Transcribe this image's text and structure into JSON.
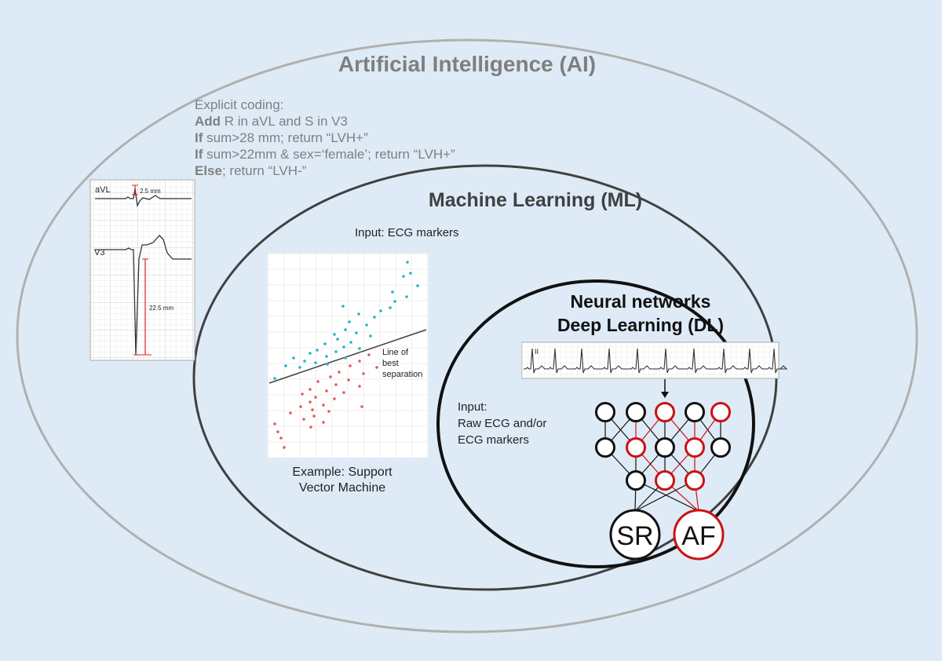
{
  "colors": {
    "background": "#deebf7",
    "ai_ring": "#b0b0b0",
    "ml_ring": "#404040",
    "dl_ring": "#111111",
    "red_node": "#cc1111",
    "cluster_blue": "#21b3c8",
    "cluster_red": "#e15b5b",
    "ecg_grid": "#dcdcdc"
  },
  "ai": {
    "title": "Artificial Intelligence (AI)",
    "code_intro": "Explicit coding:",
    "code_lines": [
      {
        "kw": "Add",
        "text": " R in aVL and S in V3"
      },
      {
        "kw": "If",
        "text": " sum>28 mm; return “LVH+”"
      },
      {
        "kw": "If",
        "text": " sum>22mm & sex=‘female’; return “LVH+”"
      },
      {
        "kw": "Else",
        "text": "; return “LVH-”"
      }
    ],
    "ecg_panel": {
      "lead_avl": "aVL",
      "lead_v3": "V3",
      "avl_measure": "2.5 mm",
      "v3_measure": "22.5 mm"
    }
  },
  "ml": {
    "title": "Machine Learning (ML)",
    "input_label": "Input: ECG markers",
    "line_label": [
      "Line of",
      "best",
      "separation"
    ],
    "example_label": [
      "Example: Support",
      "Vector Machine"
    ]
  },
  "dl": {
    "title_line1": "Neural networks",
    "title_line2": "Deep Learning (DL)",
    "strip_lead": "II",
    "input_label": [
      "Input:",
      "Raw ECG and/or",
      "ECG markers"
    ],
    "output_sr": "SR",
    "output_af": "AF"
  },
  "chart_data": {
    "type": "scatter",
    "title": "",
    "xlabel": "",
    "ylabel": "",
    "series": [
      {
        "values": [
          [
            519,
            334
          ],
          [
            523,
            348
          ],
          [
            514,
            352
          ],
          [
            532,
            364
          ],
          [
            500,
            372
          ],
          [
            518,
            378
          ],
          [
            503,
            384
          ],
          [
            497,
            392
          ],
          [
            485,
            396
          ],
          [
            437,
            390
          ],
          [
            457,
            400
          ],
          [
            477,
            404
          ],
          [
            445,
            410
          ],
          [
            467,
            414
          ],
          [
            440,
            420
          ],
          [
            454,
            424
          ],
          [
            426,
            426
          ],
          [
            472,
            428
          ],
          [
            430,
            432
          ],
          [
            447,
            436
          ],
          [
            414,
            438
          ],
          [
            438,
            442
          ],
          [
            458,
            444
          ],
          [
            404,
            446
          ],
          [
            428,
            448
          ],
          [
            395,
            450
          ],
          [
            416,
            454
          ],
          [
            374,
            456
          ],
          [
            440,
            456
          ],
          [
            388,
            460
          ],
          [
            402,
            462
          ],
          [
            417,
            464
          ],
          [
            364,
            466
          ],
          [
            382,
            468
          ],
          [
            350,
            482
          ]
        ]
      },
      {
        "values": [
          [
            470,
            452
          ],
          [
            458,
            460
          ],
          [
            446,
            466
          ],
          [
            480,
            468
          ],
          [
            432,
            474
          ],
          [
            463,
            476
          ],
          [
            421,
            480
          ],
          [
            444,
            484
          ],
          [
            405,
            486
          ],
          [
            428,
            490
          ],
          [
            458,
            492
          ],
          [
            395,
            496
          ],
          [
            416,
            498
          ],
          [
            438,
            500
          ],
          [
            385,
            502
          ],
          [
            402,
            506
          ],
          [
            426,
            508
          ],
          [
            395,
            512
          ],
          [
            412,
            516
          ],
          [
            383,
            518
          ],
          [
            398,
            522
          ],
          [
            419,
            524
          ],
          [
            370,
            526
          ],
          [
            400,
            530
          ],
          [
            387,
            534
          ],
          [
            412,
            538
          ],
          [
            396,
            544
          ],
          [
            461,
            518
          ],
          [
            354,
            550
          ],
          [
            350,
            540
          ],
          [
            358,
            558
          ],
          [
            362,
            570
          ]
        ]
      }
    ]
  }
}
